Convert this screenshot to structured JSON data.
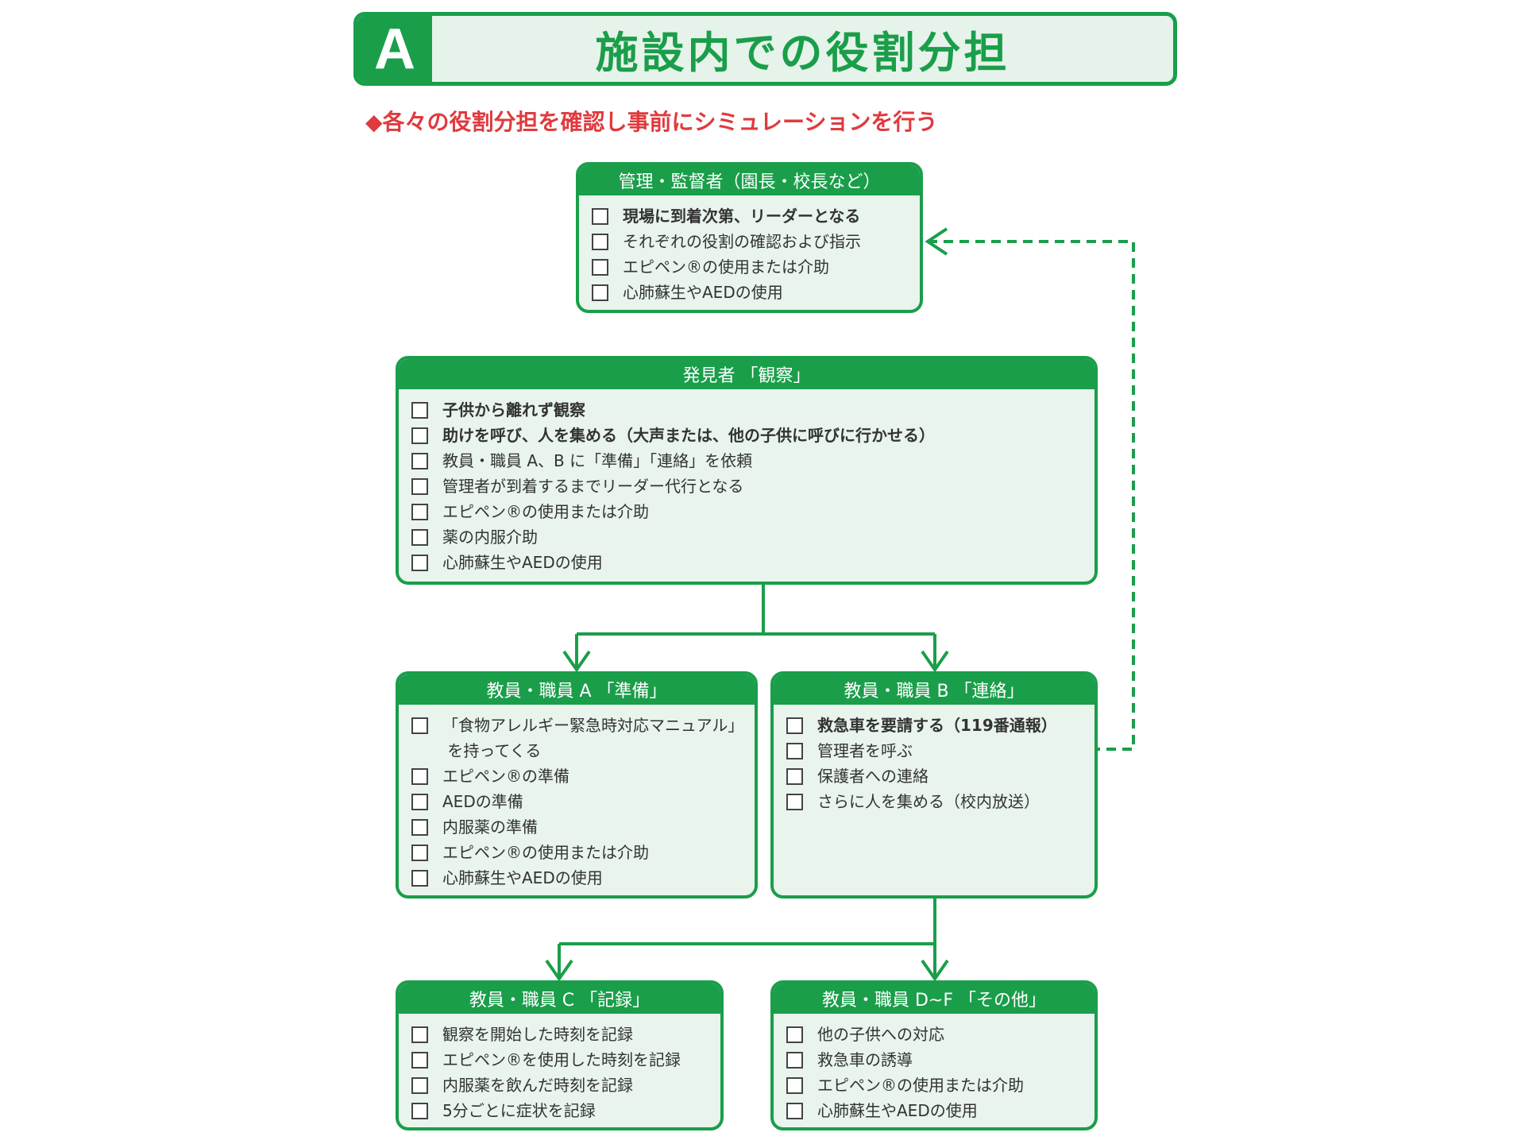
{
  "banner": {
    "letter": "A",
    "title": "施設内での役割分担"
  },
  "subtitle": "◆各々の役割分担を確認し事前にシミュレーションを行う",
  "colors": {
    "green": "#1a9e4a",
    "fill": "#e8f4ec",
    "red": "#e03a3e"
  },
  "boxes": {
    "manager": {
      "title": "管理・監督者（園長・校長など）",
      "items": [
        {
          "text": "現場に到着次第、リーダーとなる",
          "bold": true
        },
        {
          "text": "それぞれの役割の確認および指示"
        },
        {
          "text": "エピペン®の使用または介助"
        },
        {
          "text": "心肺蘇生やAEDの使用"
        }
      ]
    },
    "discoverer": {
      "title": "発見者 「観察」",
      "items": [
        {
          "text": "子供から離れず観察",
          "bold": true
        },
        {
          "text": "助けを呼び、人を集める（大声または、他の子供に呼びに行かせる）",
          "bold": true
        },
        {
          "text": "教員・職員 A、B に「準備」「連絡」を依頼"
        },
        {
          "text": "管理者が到着するまでリーダー代行となる"
        },
        {
          "text": "エピペン®の使用または介助"
        },
        {
          "text": "薬の内服介助"
        },
        {
          "text": "心肺蘇生やAEDの使用"
        }
      ]
    },
    "staffA": {
      "title": "教員・職員 A 「準備」",
      "items": [
        {
          "text": "「食物アレルギー緊急時対応マニュアル」\n を持ってくる"
        },
        {
          "text": "エピペン®の準備"
        },
        {
          "text": "AEDの準備"
        },
        {
          "text": "内服薬の準備"
        },
        {
          "text": "エピペン®の使用または介助"
        },
        {
          "text": "心肺蘇生やAEDの使用"
        }
      ]
    },
    "staffB": {
      "title": "教員・職員 B 「連絡」",
      "items": [
        {
          "text": "救急車を要請する（119番通報）",
          "bold": true
        },
        {
          "text": "管理者を呼ぶ"
        },
        {
          "text": "保護者への連絡"
        },
        {
          "text": "さらに人を集める（校内放送）"
        }
      ]
    },
    "staffC": {
      "title": "教員・職員 C 「記録」",
      "items": [
        {
          "text": "観察を開始した時刻を記録"
        },
        {
          "text": "エピペン®を使用した時刻を記録"
        },
        {
          "text": "内服薬を飲んだ時刻を記録"
        },
        {
          "text": "5分ごとに症状を記録"
        }
      ]
    },
    "staffDF": {
      "title": "教員・職員 D~F 「その他」",
      "items": [
        {
          "text": "他の子供への対応"
        },
        {
          "text": "救急車の誘導"
        },
        {
          "text": "エピペン®の使用または介助"
        },
        {
          "text": "心肺蘇生やAEDの使用"
        }
      ]
    }
  }
}
